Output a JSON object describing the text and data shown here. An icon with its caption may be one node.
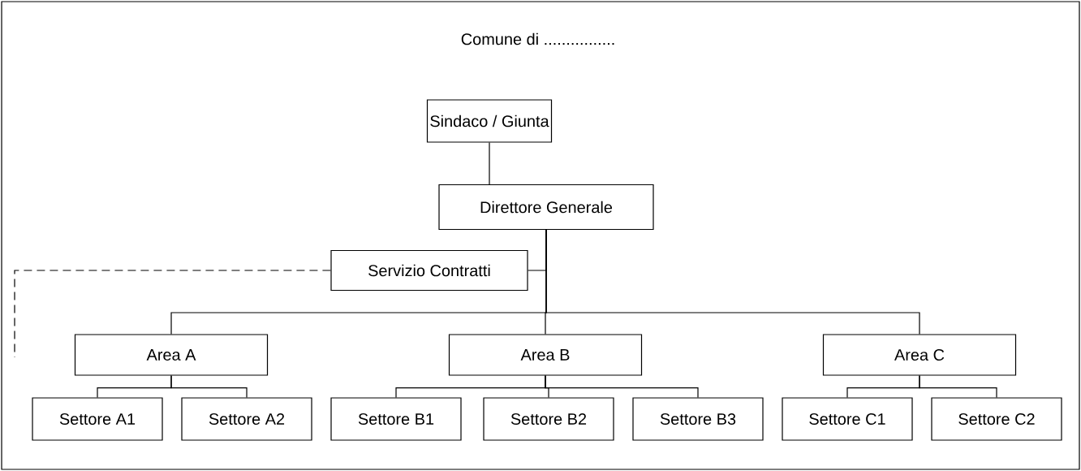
{
  "diagram": {
    "title": "Comune di ................",
    "nodes": [
      {
        "text": [
          "Sindaco / Giunta"
        ]
      },
      {
        "text": [
          "Direttore Generale"
        ]
      },
      {
        "text": [
          "Servizio Contratti"
        ]
      },
      {
        "text": [
          "Area A"
        ]
      },
      {
        "text": [
          "Area B"
        ]
      },
      {
        "text": [
          "Area C"
        ]
      },
      {
        "text": [
          "Settore A1"
        ]
      },
      {
        "text": [
          "Settore A2"
        ]
      },
      {
        "text": [
          "Settore B1"
        ]
      },
      {
        "text": [
          "Settore B2"
        ]
      },
      {
        "text": [
          "Settore B3"
        ]
      },
      {
        "text": [
          "Settore C1"
        ]
      },
      {
        "text": [
          "Settore C2"
        ]
      }
    ],
    "edges": [
      {
        "from": 0,
        "to": 1,
        "arrow": "none"
      },
      {
        "from": 1,
        "to": 2,
        "arrow": "none"
      },
      {
        "from": 1,
        "to": 3,
        "arrow": "none"
      },
      {
        "from": 1,
        "to": 4,
        "arrow": "none"
      },
      {
        "from": 1,
        "to": 5,
        "arrow": "none"
      },
      {
        "from": 3,
        "to": 6,
        "arrow": "none"
      },
      {
        "from": 3,
        "to": 7,
        "arrow": "none"
      },
      {
        "from": 4,
        "to": 8,
        "arrow": "none"
      },
      {
        "from": 4,
        "to": 9,
        "arrow": "none"
      },
      {
        "from": 4,
        "to": 10,
        "arrow": "none"
      },
      {
        "from": 5,
        "to": 11,
        "arrow": "none"
      },
      {
        "from": 5,
        "to": 12,
        "arrow": "none"
      },
      {
        "from": 2,
        "to": null,
        "arrow": "none",
        "style": "dashed"
      }
    ]
  }
}
